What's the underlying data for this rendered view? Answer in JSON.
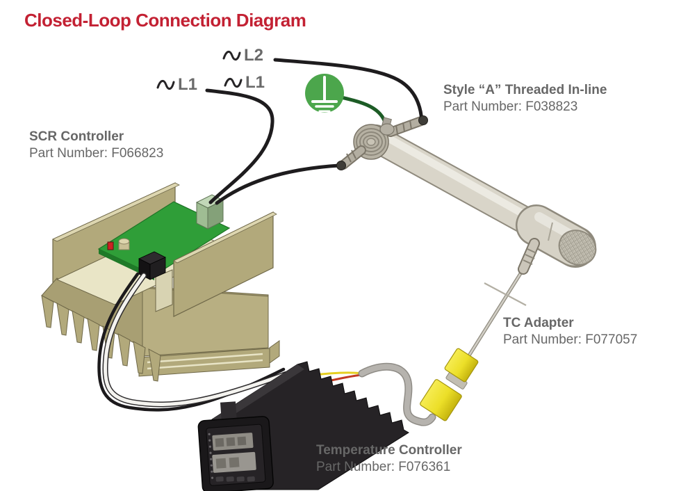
{
  "title": "Closed-Loop Connection Diagram",
  "power": {
    "l1_label": "L1",
    "l2_label": "L2",
    "sine_icon": "sine-wave-icon",
    "ground_icon": "protective-earth-ground-icon"
  },
  "components": {
    "scr_controller": {
      "name": "SCR Controller",
      "part": "Part Number: F066823"
    },
    "heater_style_a": {
      "name": "Style “A” Threaded In-line",
      "part": "Part Number: F038823"
    },
    "tc_adapter": {
      "name": "TC Adapter",
      "part": "Part Number: F077057"
    },
    "temperature_controller": {
      "name": "Temperature Controller",
      "part": "Part Number: F076361"
    }
  },
  "colors": {
    "title": "#c32133",
    "label_gray": "#676767",
    "ground_green": "#4ca64c",
    "ground_wire": "#1d5c26",
    "wire_black": "#1e1c1e",
    "pcb_green": "#2f9e38",
    "heatsink_tan": "#b2a97b",
    "tc_yellow": "#f0e231",
    "cable_gray": "#b6b3ae"
  }
}
